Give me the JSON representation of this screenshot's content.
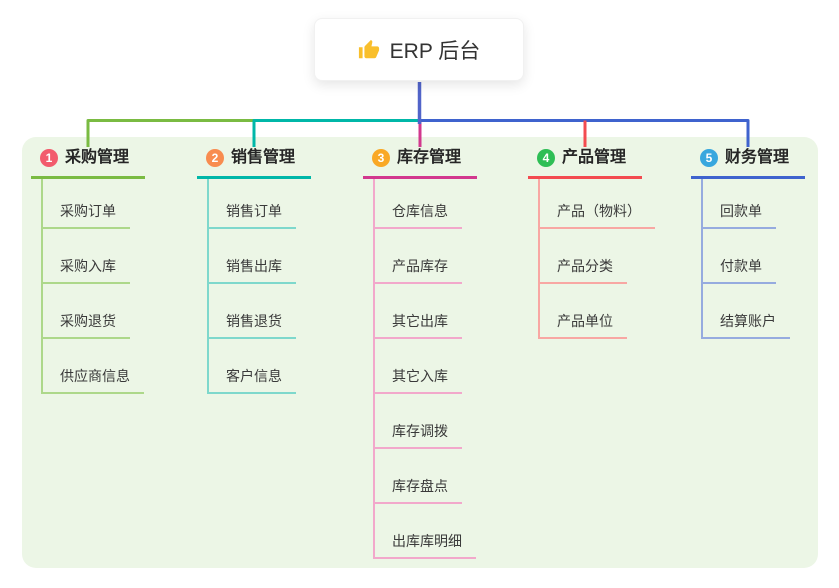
{
  "root": {
    "title": "ERP 后台",
    "icon": "thumbs-up",
    "icon_color": "#F9BF2C"
  },
  "branches": [
    {
      "num": "1",
      "label": "采购管理",
      "badge_color": "#F25B6C",
      "line_color": "#7ABB42",
      "light_color": "#ADD88A",
      "children": [
        "采购订单",
        "采购入库",
        "采购退货",
        "供应商信息"
      ]
    },
    {
      "num": "2",
      "label": "销售管理",
      "badge_color": "#F88C4F",
      "line_color": "#00B7A8",
      "light_color": "#7ED8CC",
      "children": [
        "销售订单",
        "销售出库",
        "销售退货",
        "客户信息"
      ]
    },
    {
      "num": "3",
      "label": "库存管理",
      "badge_color": "#F9A825",
      "line_color": "#D2388E",
      "light_color": "#F2A8CB",
      "children": [
        "仓库信息",
        "产品库存",
        "其它出库",
        "其它入库",
        "库存调拨",
        "库存盘点",
        "出库库明细"
      ]
    },
    {
      "num": "4",
      "label": "产品管理",
      "badge_color": "#2EBE55",
      "line_color": "#F34B50",
      "light_color": "#F8A7A3",
      "children": [
        "产品（物料）",
        "产品分类",
        "产品单位"
      ]
    },
    {
      "num": "5",
      "label": "财务管理",
      "badge_color": "#38A7DE",
      "line_color": "#3F63CE",
      "light_color": "#96ABDF",
      "children": [
        "回款单",
        "付款单",
        "结算账户"
      ]
    }
  ],
  "colors": {
    "panel_bg": "#ECF6E6",
    "root_line": "#5164C9"
  }
}
